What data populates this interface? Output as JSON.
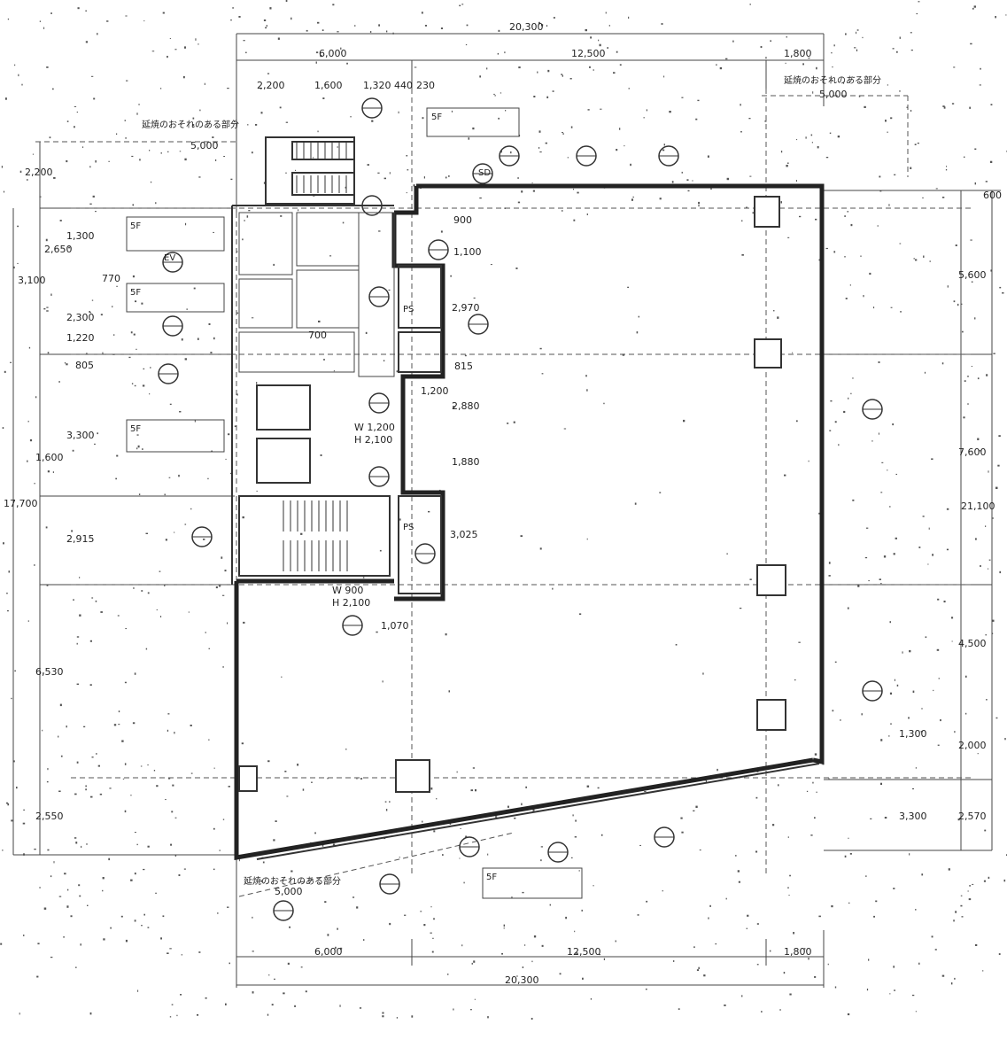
{
  "plan": {
    "top_dims": {
      "total": "20,300",
      "a": "6,000",
      "b": "12,500",
      "c": "1,800",
      "sub1": "2,200",
      "sub2": "1,600",
      "sub3": "1,320",
      "sub4": "440",
      "sub5": "230"
    },
    "bottom_dims": {
      "total": "20,300",
      "a": "6,000",
      "b": "12,500",
      "c": "1,800"
    },
    "left_dims": {
      "total": "17,700",
      "d1": "2,200",
      "d2": "2,650",
      "d3": "3,100",
      "d4": "1,300",
      "d5": "2,300",
      "d6": "1,220",
      "d7": "3,300",
      "d8": "1,600",
      "d9": "2,915",
      "d10": "6,530",
      "d11": "2,550",
      "d12": "805"
    },
    "right_dims": {
      "total": "21,100",
      "r1": "600",
      "r2": "5,600",
      "r3": "7,600",
      "r4": "4,500",
      "r5": "2,000",
      "r6": "2,570",
      "r7": "1,300",
      "r8": "3,300"
    },
    "inner_dims": {
      "i1": "2,970",
      "i2": "1,200",
      "i3": "2,880",
      "i4": "1,880",
      "i5": "3,025",
      "i6": "815",
      "i7": "1,100",
      "i8": "1,070",
      "i9": "900",
      "i10": "W 1,200",
      "i11": "H 2,100",
      "i12": "W 900",
      "i13": "H 2,100",
      "i14": "770",
      "i15": "700"
    },
    "notes": {
      "n1": "延焼のおそれのある部分",
      "n2": "延焼のおそれのある部分",
      "n3": "延焼のおそれのある部分",
      "n4": "5,000",
      "n5": "5,000",
      "n6": "5,000",
      "n7": "5F",
      "n8": "5F",
      "n9": "5F",
      "n10": "5F",
      "n11": "5F",
      "n12": "PS",
      "n13": "PS",
      "n14": "EV",
      "n15": "SD"
    }
  }
}
